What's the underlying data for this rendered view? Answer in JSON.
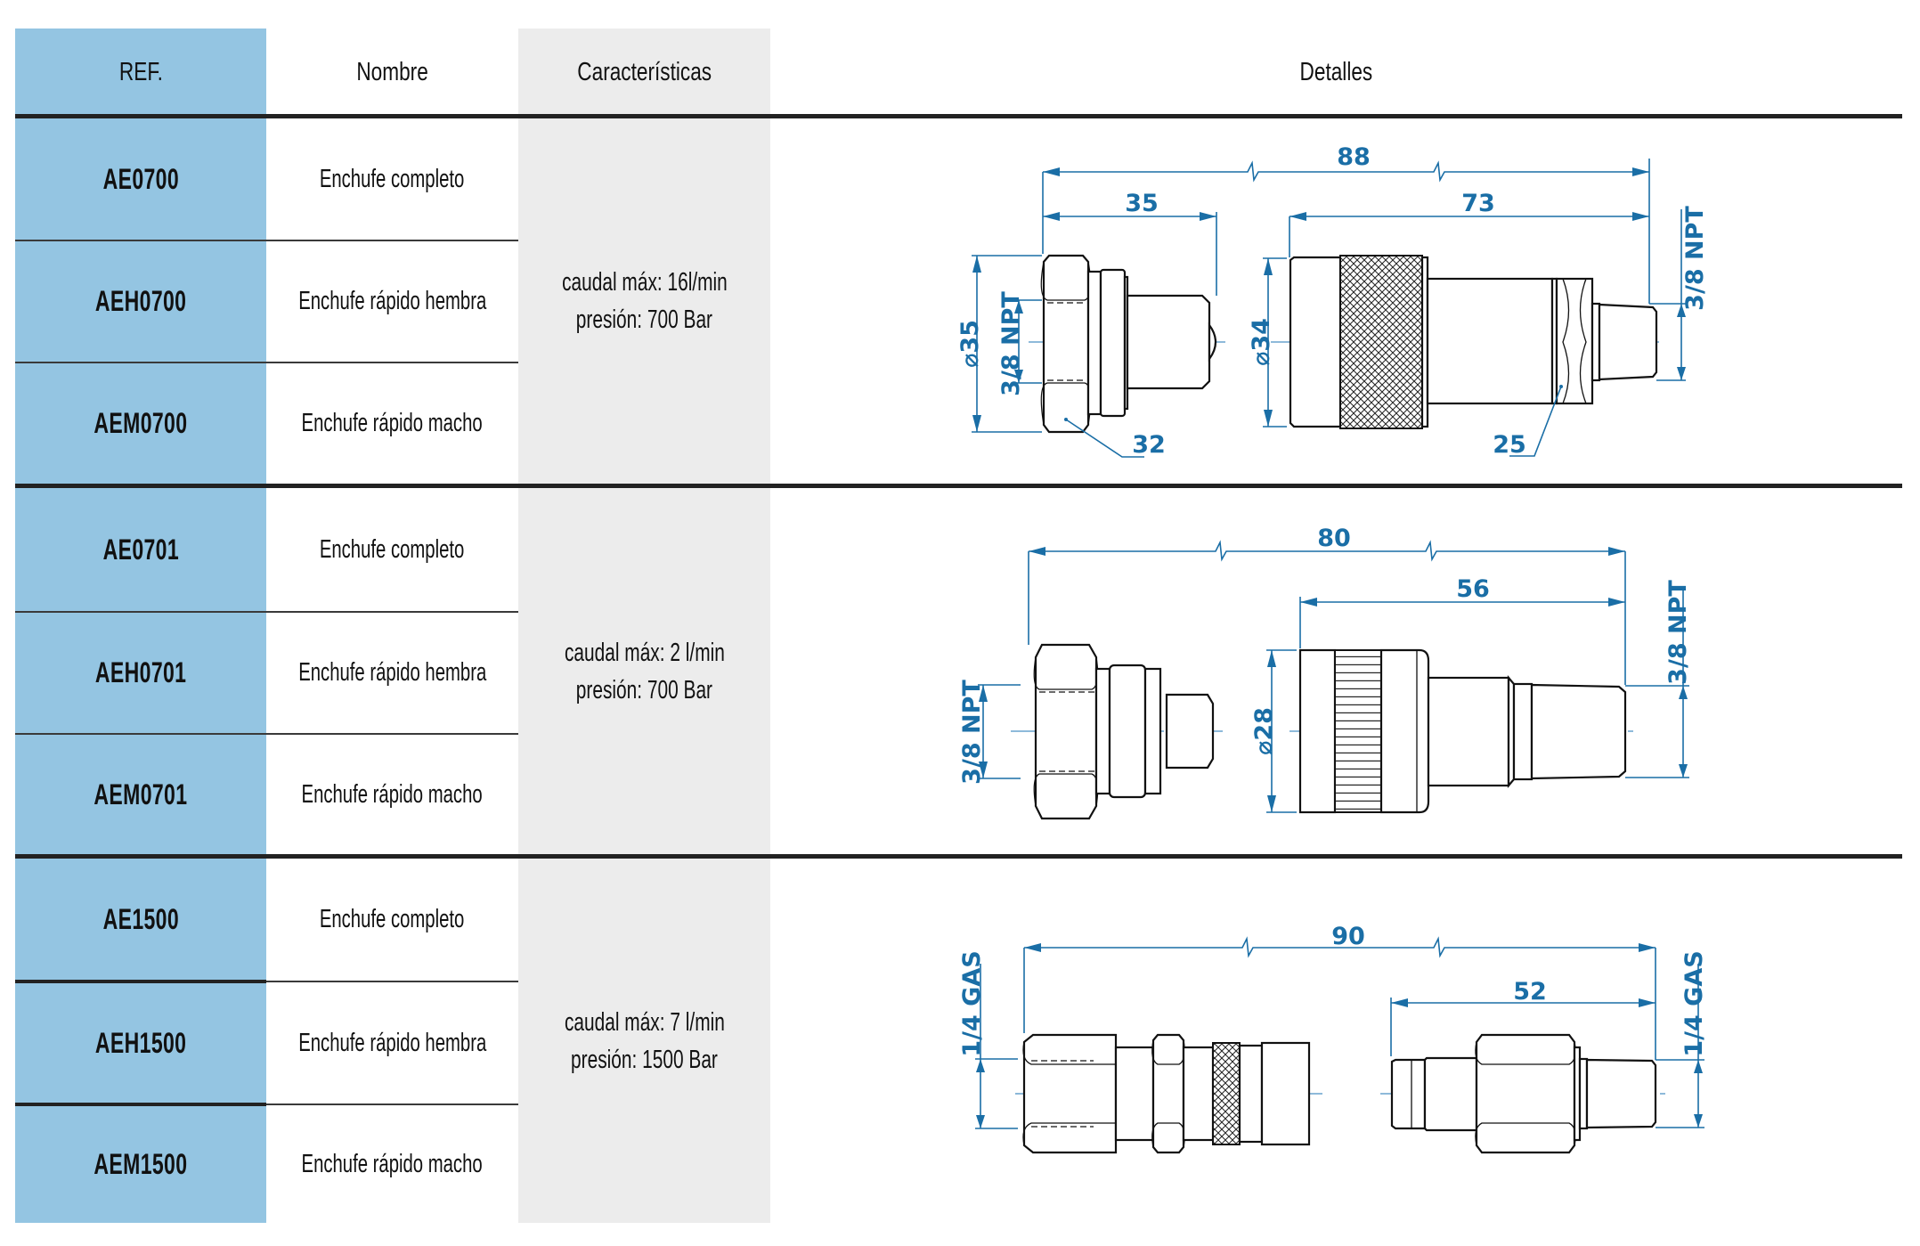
{
  "header": {
    "ref": "REF.",
    "nombre": "Nombre",
    "caracteristicas": "Características",
    "detalles": "Detalles"
  },
  "colors": {
    "ref_column": "#94c5e2",
    "characteristics_column": "#ececec",
    "dimension_blue": "#1a6ea6",
    "rule": "#222222"
  },
  "groups": [
    {
      "rows": [
        {
          "ref": "AE0700",
          "nombre": "Enchufe completo"
        },
        {
          "ref": "AEH0700",
          "nombre": "Enchufe rápido hembra"
        },
        {
          "ref": "AEM0700",
          "nombre": "Enchufe rápido macho"
        }
      ],
      "caracteristicas": {
        "caudal": "caudal máx: 16l/min",
        "presion": "presión: 700 Bar"
      },
      "drawing": {
        "overall_length": "88",
        "male_length": "35",
        "female_length": "73",
        "male_diameter": "⌀35",
        "male_thread": "3/8 NPT",
        "male_hex": "32",
        "female_diameter": "⌀34",
        "female_thread": "3/8 NPT",
        "female_hex": "25"
      }
    },
    {
      "rows": [
        {
          "ref": "AE0701",
          "nombre": "Enchufe completo"
        },
        {
          "ref": "AEH0701",
          "nombre": "Enchufe rápido hembra"
        },
        {
          "ref": "AEM0701",
          "nombre": "Enchufe rápido macho"
        }
      ],
      "caracteristicas": {
        "caudal": "caudal máx: 2 l/min",
        "presion": "presión: 700 Bar"
      },
      "drawing": {
        "overall_length": "80",
        "female_length": "56",
        "male_thread": "3/8 NPT",
        "female_diameter": "⌀28",
        "female_thread": "3/8 NPT"
      }
    },
    {
      "rows": [
        {
          "ref": "AE1500",
          "nombre": "Enchufe completo"
        },
        {
          "ref": "AEH1500",
          "nombre": "Enchufe rápido hembra"
        },
        {
          "ref": "AEM1500",
          "nombre": "Enchufe rápido macho"
        }
      ],
      "caracteristicas": {
        "caudal": "caudal máx: 7 l/min",
        "presion": "presión: 1500 Bar"
      },
      "drawing": {
        "overall_length": "90",
        "male_length": "52",
        "female_thread": "1/4 GAS",
        "male_thread": "1/4 GAS"
      }
    }
  ]
}
